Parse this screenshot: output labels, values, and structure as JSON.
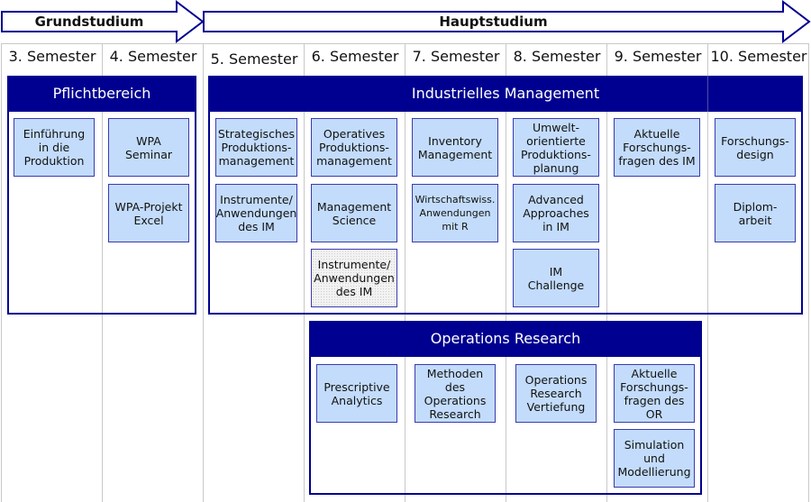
{
  "phases": [
    {
      "label": "Grundstudium"
    },
    {
      "label": "Hauptstudium"
    }
  ],
  "semesters": [
    "3. Semester",
    "4. Semester",
    "5. Semester",
    "6. Semester",
    "7. Semester",
    "8. Semester",
    "9. Semester",
    "10. Semester"
  ],
  "areas": {
    "pflicht": "Pflichtbereich",
    "im": "Industrielles Management",
    "or": "Operations Research"
  },
  "courses": [
    {
      "label": "Einführung\nin die\nProduktion"
    },
    {
      "label": "WPA\nSeminar"
    },
    {
      "label": "WPA-Projekt\nExcel"
    },
    {
      "label": "Strategisches\nProduktions-\nmanagement"
    },
    {
      "label": "Instrumente/\nAnwendungen\ndes IM"
    },
    {
      "label": "Operatives\nProduktions-\nmanagement"
    },
    {
      "label": "Management\nScience"
    },
    {
      "label": "Instrumente/\nAnwendungen\ndes IM",
      "style": "optional"
    },
    {
      "label": "Inventory\nManagement"
    },
    {
      "label": "Wirtschaftswiss.\nAnwendungen\nmit R"
    },
    {
      "label": "Umwelt-\norientierte\nProduktions-\nplanung"
    },
    {
      "label": "Advanced\nApproaches\nin IM"
    },
    {
      "label": "IM\nChallenge"
    },
    {
      "label": "Aktuelle\nForschungs-\nfragen des IM"
    },
    {
      "label": "Forschungs-\ndesign"
    },
    {
      "label": "Diplom-\narbeit"
    },
    {
      "label": "Prescriptive\nAnalytics"
    },
    {
      "label": "Methoden\ndes\nOperations\nResearch"
    },
    {
      "label": "Operations\nResearch\nVertiefung"
    },
    {
      "label": "Aktuelle\nForschungs-\nfragen des\nOR"
    },
    {
      "label": "Simulation\nund\nModellierung"
    }
  ],
  "colors": {
    "accent": "#000090",
    "course_fill": "#c3dcfb"
  }
}
